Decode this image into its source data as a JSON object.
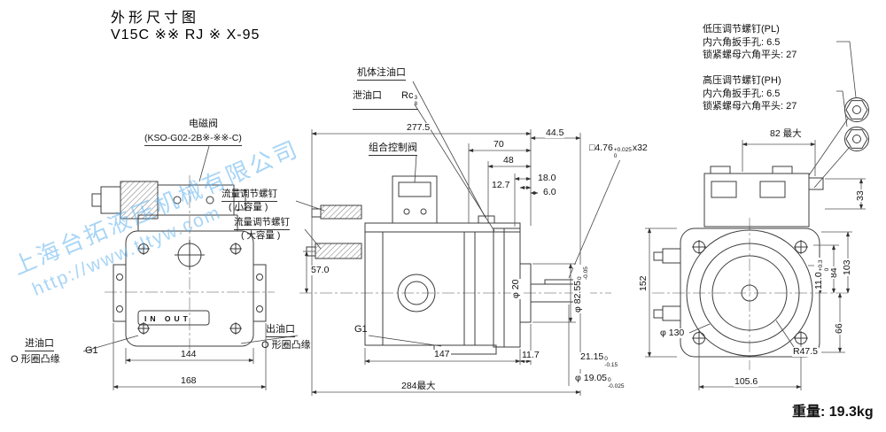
{
  "title": {
    "heading": "外形尺寸图",
    "model": "V15C ※※ RJ ※ X-95"
  },
  "adjust_notes": {
    "low": {
      "name": "低压调节螺钉(PL)",
      "wrench": "内六角扳手孔: 6.5",
      "locknut": "锁紧螺母六角平头: 27"
    },
    "high": {
      "name": "高压调节螺钉(PH)",
      "wrench": "内六角扳手孔: 6.5",
      "locknut": "锁紧螺母六角平头: 27"
    }
  },
  "part_labels": {
    "body_oil_fill": "机体注油口",
    "drain_port": "泄油口",
    "drain_thread_prefix": "Rc",
    "drain_thread_num": "3",
    "drain_thread_den": "8",
    "solenoid_valve": "电磁阀",
    "solenoid_model": "(KSO-G02-2B※-※※-C)",
    "combo_valve": "组合控制阀",
    "flow_screw_small": "流量调节螺钉",
    "small_capacity": "( 小容量 )",
    "flow_screw_large": "流量调节螺钉",
    "large_capacity": "( 大容量 )",
    "inlet_port": "进油口",
    "inlet_flange": "O 形圈凸缘",
    "inlet_thread": "G1",
    "outlet_port": "出油口",
    "outlet_flange": "O 形圈凸缘",
    "outlet_thread": "G1",
    "in_out_marking": "IN  OUT"
  },
  "dims": {
    "overall_width": "277.5",
    "d70": "70",
    "d48": "48",
    "d44_5": "44.5",
    "d18_0": "18.0",
    "d12_7": "12.7",
    "d6_0": "6.0",
    "key_section": {
      "main": "□4.76",
      "tol_up": "+0.025",
      "tol_dn": "0",
      "suffix": "x32"
    },
    "d82_max": "82 最大",
    "d33": "33",
    "d152": "152",
    "d103": "103",
    "d84": "84",
    "d11_0": {
      "main": "11.0",
      "tol_up": "+0.3",
      "tol_dn": "0"
    },
    "d57_0": "57.0",
    "phi20": "φ 20",
    "phi82_55": {
      "main": "φ 82.55",
      "tol_up": "0",
      "tol_dn": "-0.05"
    },
    "d66": "66",
    "phi130": "φ 130",
    "r47_5": "R47.5",
    "d21_15": {
      "main": "21.15",
      "tol_up": "0",
      "tol_dn": "-0.15"
    },
    "phi19_05": {
      "main": "φ 19.05",
      "tol_up": "0",
      "tol_dn": "-0.025"
    },
    "d105_6": "105.6",
    "d144": "144",
    "d168": "168",
    "d147": "147",
    "d11_7": "11.7",
    "d284_max": "284最大"
  },
  "watermark": {
    "company": "上海台拓液压机械有限公司",
    "url": "http://www.tltyw.com"
  },
  "weight_label": "重量: 19.3kg"
}
